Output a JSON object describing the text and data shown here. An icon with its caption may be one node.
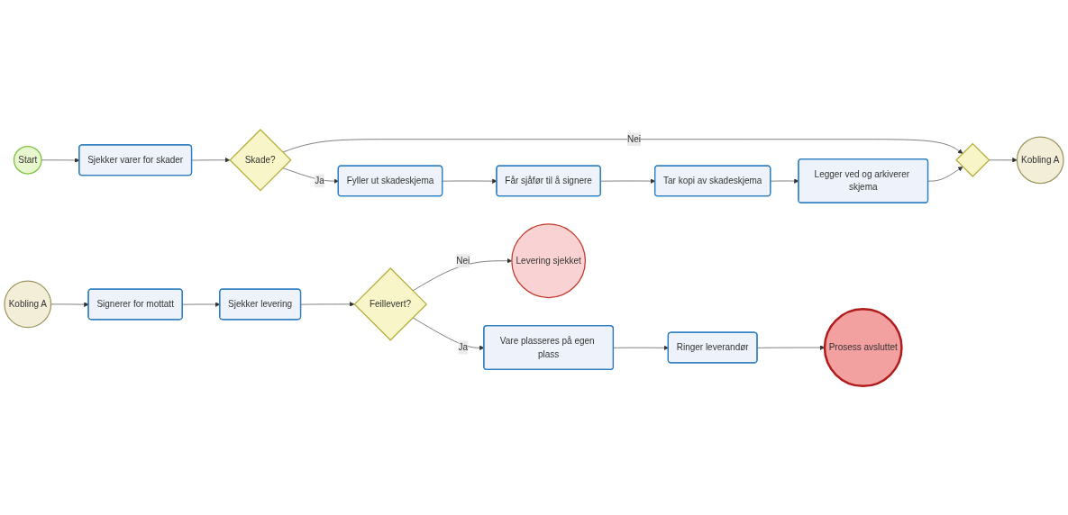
{
  "diagram": {
    "nodes": [
      {
        "text": [
          "Start"
        ]
      },
      {
        "text": [
          "Sjekker varer for skader"
        ]
      },
      {
        "text": [
          "Skade?"
        ]
      },
      {
        "text": [],
        "shape": "diamond"
      },
      {
        "text": [
          "Kobling A"
        ]
      },
      {
        "text": [
          "Fyller ut skadeskjema"
        ]
      },
      {
        "text": [
          "Får sjåfør til å signere"
        ]
      },
      {
        "text": [
          "Tar kopi av skadeskjema"
        ]
      },
      {
        "text": [
          "Legger ved og arkiverer skjema"
        ]
      },
      {
        "text": [
          "Kobling A"
        ]
      },
      {
        "text": [
          "Signerer for mottatt"
        ]
      },
      {
        "text": [
          "Sjekker levering"
        ]
      },
      {
        "text": [
          "Feillevert?"
        ]
      },
      {
        "text": [
          "Levering sjekket"
        ]
      },
      {
        "text": [
          "Vare plasseres på egen plass"
        ]
      },
      {
        "text": [
          "Ringer leverandør"
        ]
      },
      {
        "text": [
          "Prosess avsluttet"
        ]
      }
    ],
    "edges": [
      {
        "from": 0,
        "to": 1,
        "arrow": "to"
      },
      {
        "from": 1,
        "to": 2,
        "arrow": "to"
      },
      {
        "from": 2,
        "to": 3,
        "arrow": "to",
        "label": "Nei"
      },
      {
        "from": 2,
        "to": 5,
        "arrow": "to",
        "label": "Ja"
      },
      {
        "from": 5,
        "to": 6,
        "arrow": "to"
      },
      {
        "from": 6,
        "to": 7,
        "arrow": "to"
      },
      {
        "from": 7,
        "to": 8,
        "arrow": "to"
      },
      {
        "from": 8,
        "to": 3,
        "arrow": "to"
      },
      {
        "from": 3,
        "to": 4,
        "arrow": "to"
      },
      {
        "from": 9,
        "to": 10,
        "arrow": "to"
      },
      {
        "from": 10,
        "to": 11,
        "arrow": "to"
      },
      {
        "from": 11,
        "to": 12,
        "arrow": "to"
      },
      {
        "from": 12,
        "to": 13,
        "arrow": "to",
        "label": "Nei"
      },
      {
        "from": 12,
        "to": 14,
        "arrow": "to",
        "label": "Ja"
      },
      {
        "from": 14,
        "to": 15,
        "arrow": "to"
      },
      {
        "from": 15,
        "to": 16,
        "arrow": "to"
      }
    ]
  }
}
